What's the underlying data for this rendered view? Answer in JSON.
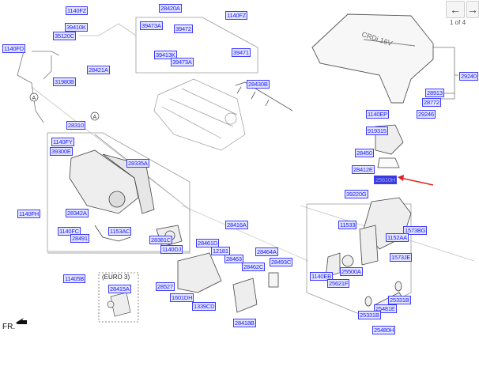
{
  "viewer": {
    "prev_icon": "arrow-left-icon",
    "next_icon": "arrow-right-icon",
    "pager_text": "1 of 4"
  },
  "diagram": {
    "highlight_color": "#3a3ad8",
    "callout_color": "#e02020",
    "euro_label": "(EURO 3)",
    "front_label": "FR.",
    "circle_ref": "A",
    "cover_text": "CRDi 16V",
    "labels": [
      {
        "id": "p01",
        "text": "1140FZ"
      },
      {
        "id": "p02",
        "text": "39410K"
      },
      {
        "id": "p03",
        "text": "35120C"
      },
      {
        "id": "p04",
        "text": "1140FD"
      },
      {
        "id": "p05",
        "text": "28421A"
      },
      {
        "id": "p06",
        "text": "31980B"
      },
      {
        "id": "p07",
        "text": "28420A"
      },
      {
        "id": "p08",
        "text": "1140FZ"
      },
      {
        "id": "p09",
        "text": "39473A"
      },
      {
        "id": "p10",
        "text": "39472"
      },
      {
        "id": "p11",
        "text": "39413K"
      },
      {
        "id": "p12",
        "text": "39473A"
      },
      {
        "id": "p13",
        "text": "39471"
      },
      {
        "id": "p14",
        "text": "28430B"
      },
      {
        "id": "p15",
        "text": "29240"
      },
      {
        "id": "p16",
        "text": "28913"
      },
      {
        "id": "p17",
        "text": "28772"
      },
      {
        "id": "p18",
        "text": "1140EP"
      },
      {
        "id": "p19",
        "text": "29246"
      },
      {
        "id": "p20",
        "text": "919315"
      },
      {
        "id": "p21",
        "text": "28450"
      },
      {
        "id": "p22",
        "text": "28412E"
      },
      {
        "id": "p23",
        "text": "25610H",
        "highlighted": true
      },
      {
        "id": "p24",
        "text": "39220G"
      },
      {
        "id": "p25",
        "text": "28310"
      },
      {
        "id": "p26",
        "text": "1140FY"
      },
      {
        "id": "p27",
        "text": "39300E"
      },
      {
        "id": "p28",
        "text": "28335A"
      },
      {
        "id": "p29",
        "text": "1140FH"
      },
      {
        "id": "p30",
        "text": "28342A"
      },
      {
        "id": "p31",
        "text": "1140FC"
      },
      {
        "id": "p32",
        "text": "28491"
      },
      {
        "id": "p33",
        "text": "1153AC"
      },
      {
        "id": "p34",
        "text": "28381C"
      },
      {
        "id": "p35",
        "text": "1140DJ"
      },
      {
        "id": "p36",
        "text": "11405B"
      },
      {
        "id": "p37",
        "text": "28415A"
      },
      {
        "id": "p38",
        "text": "28416A"
      },
      {
        "id": "p39",
        "text": "28461D"
      },
      {
        "id": "p40",
        "text": "12181"
      },
      {
        "id": "p41",
        "text": "28463"
      },
      {
        "id": "p42",
        "text": "28464A"
      },
      {
        "id": "p43",
        "text": "28462C"
      },
      {
        "id": "p44",
        "text": "28493C"
      },
      {
        "id": "p45",
        "text": "28527"
      },
      {
        "id": "p46",
        "text": "1601DH"
      },
      {
        "id": "p47",
        "text": "1339CD"
      },
      {
        "id": "p48",
        "text": "28418B"
      },
      {
        "id": "p49",
        "text": "11533"
      },
      {
        "id": "p50",
        "text": "1573BG"
      },
      {
        "id": "p51",
        "text": "1152AA"
      },
      {
        "id": "p52",
        "text": "1573JE"
      },
      {
        "id": "p53",
        "text": "1140EB"
      },
      {
        "id": "p54",
        "text": "25500A"
      },
      {
        "id": "p55",
        "text": "25621F"
      },
      {
        "id": "p56",
        "text": "25331B"
      },
      {
        "id": "p57",
        "text": "25481E"
      },
      {
        "id": "p58",
        "text": "25331B"
      },
      {
        "id": "p59",
        "text": "25480H"
      }
    ]
  }
}
